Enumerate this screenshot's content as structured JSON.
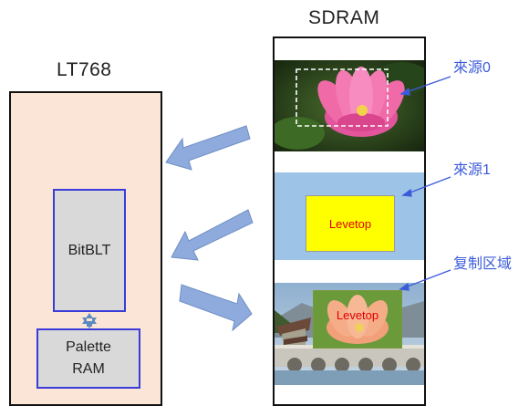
{
  "lt768": {
    "title": "LT768",
    "bitblt_label": "BitBLT",
    "palette_label_line1": "Palette",
    "palette_label_line2": "RAM"
  },
  "sdram": {
    "title": "SDRAM",
    "source1_text": "Levetop",
    "copy_text": "Levetop"
  },
  "labels": {
    "source0": "來源0",
    "source1": "來源1",
    "copy_region": "复制区域"
  },
  "colors": {
    "lt768_fill": "#fbe5d6",
    "inner_border": "#3b3bd9",
    "arrow_fill": "#8faadc",
    "label_text": "#3b5bd9",
    "pasted_text": "#e00000"
  }
}
